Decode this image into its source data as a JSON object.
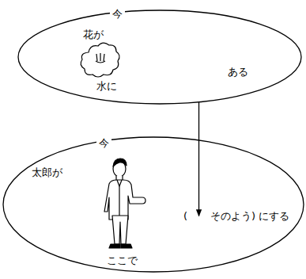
{
  "diagram": {
    "nodes": [
      {
        "text": [
          "今",
          "花が",
          "水に",
          "ある"
        ]
      },
      {
        "text": [
          "今",
          "太郎が",
          "ここで",
          "(",
          "そのよう) にする"
        ]
      }
    ],
    "edges": [
      {
        "from": 0,
        "to": 1,
        "arrow": "to"
      }
    ]
  }
}
